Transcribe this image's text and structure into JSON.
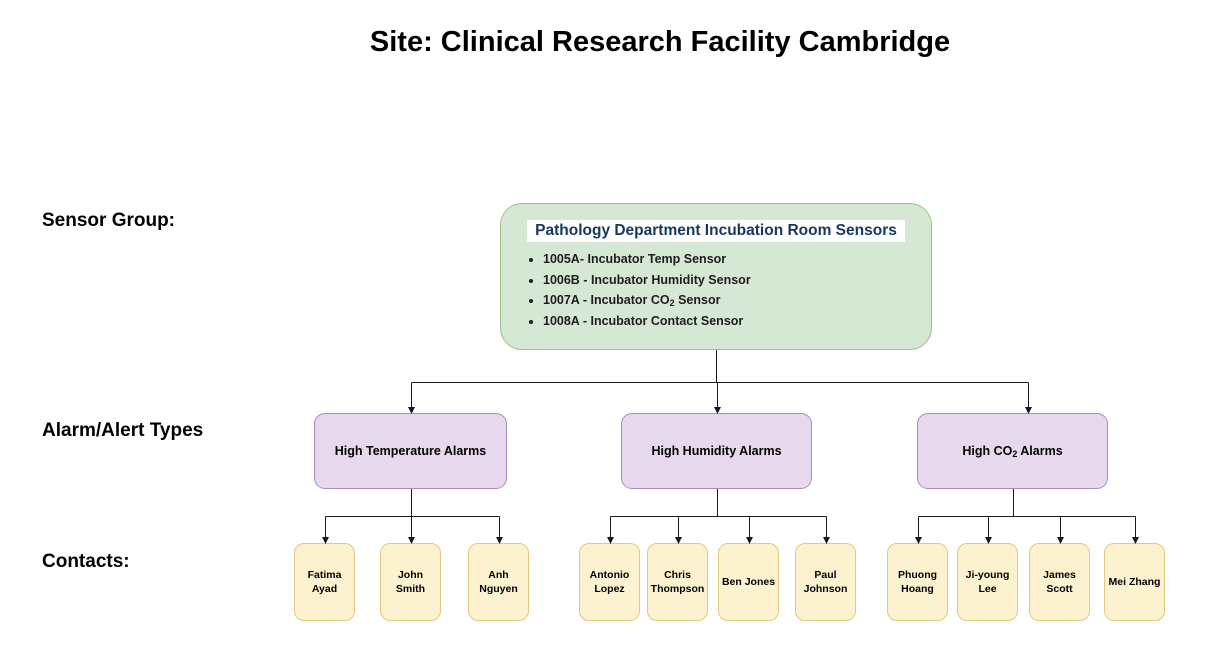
{
  "page_title": "Site: Clinical Research Facility Cambridge",
  "row_labels": {
    "sensor_group": "Sensor Group:",
    "alarm_types": "Alarm/Alert Types",
    "contacts": "Contacts:"
  },
  "sensor_group": {
    "title": "Pathology Department Incubation Room Sensors",
    "sensors": [
      {
        "pre": "1005A- Incubator Temp Sensor"
      },
      {
        "pre": "1006B - Incubator Humidity Sensor"
      },
      {
        "pre": "1007A - Incubator CO",
        "sub": "2",
        "post": " Sensor"
      },
      {
        "pre": "1008A - Incubator Contact Sensor"
      }
    ]
  },
  "alarm_groups": [
    {
      "label_pre": "High Temperature Alarms",
      "contacts": [
        "Fatima Ayad",
        "John Smith",
        "Anh Nguyen"
      ]
    },
    {
      "label_pre": "High Humidity Alarms",
      "contacts": [
        "Antonio Lopez",
        "Chris Thompson",
        "Ben Jones",
        "Paul Johnson"
      ]
    },
    {
      "label_pre": "High CO",
      "label_sub": "2",
      "label_post": " Alarms",
      "contacts": [
        "Phuong Hoang",
        "Ji-young Lee",
        "James Scott",
        "Mei Zhang"
      ]
    }
  ],
  "colors": {
    "green_fill": "#d5e8d4",
    "green_border": "#9cc28b",
    "header_text": "#17375e",
    "purple_fill": "#e6d9ee",
    "purple_border": "#a88cbb",
    "yellow_fill": "#fdf2cf",
    "yellow_border": "#e3c87d",
    "line": "#1a1a1a"
  }
}
